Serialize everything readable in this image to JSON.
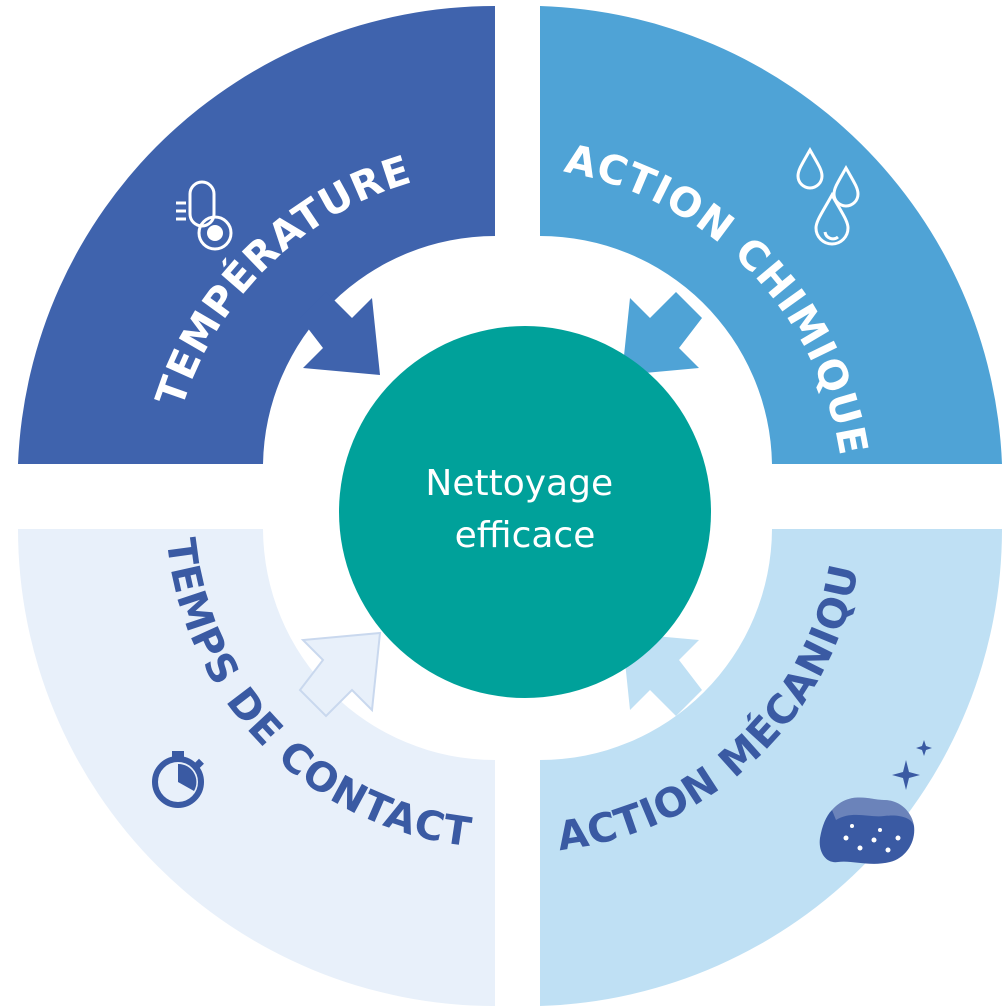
{
  "center": {
    "line1": "Nettoyage",
    "line2": "efficace",
    "color": "#00a19a"
  },
  "quadrants": {
    "temperature": {
      "label": "TEMPÉRATURE",
      "icon": "thermometer-icon",
      "color": "#3f63ad",
      "text_color": "#ffffff"
    },
    "chemical": {
      "label": "ACTION CHIMIQUE",
      "icon": "water-drops-icon",
      "color": "#4fa3d6",
      "text_color": "#ffffff"
    },
    "contact_time": {
      "label": "TEMPS DE CONTACT",
      "icon": "stopwatch-icon",
      "color": "#e8f0fa",
      "text_color": "#3a5aa3"
    },
    "mechanical": {
      "label": "ACTION MÉCANIQUE",
      "icon": "sponge-sparkle-icon",
      "color": "#bfe0f4",
      "text_color": "#3a5aa3"
    }
  }
}
